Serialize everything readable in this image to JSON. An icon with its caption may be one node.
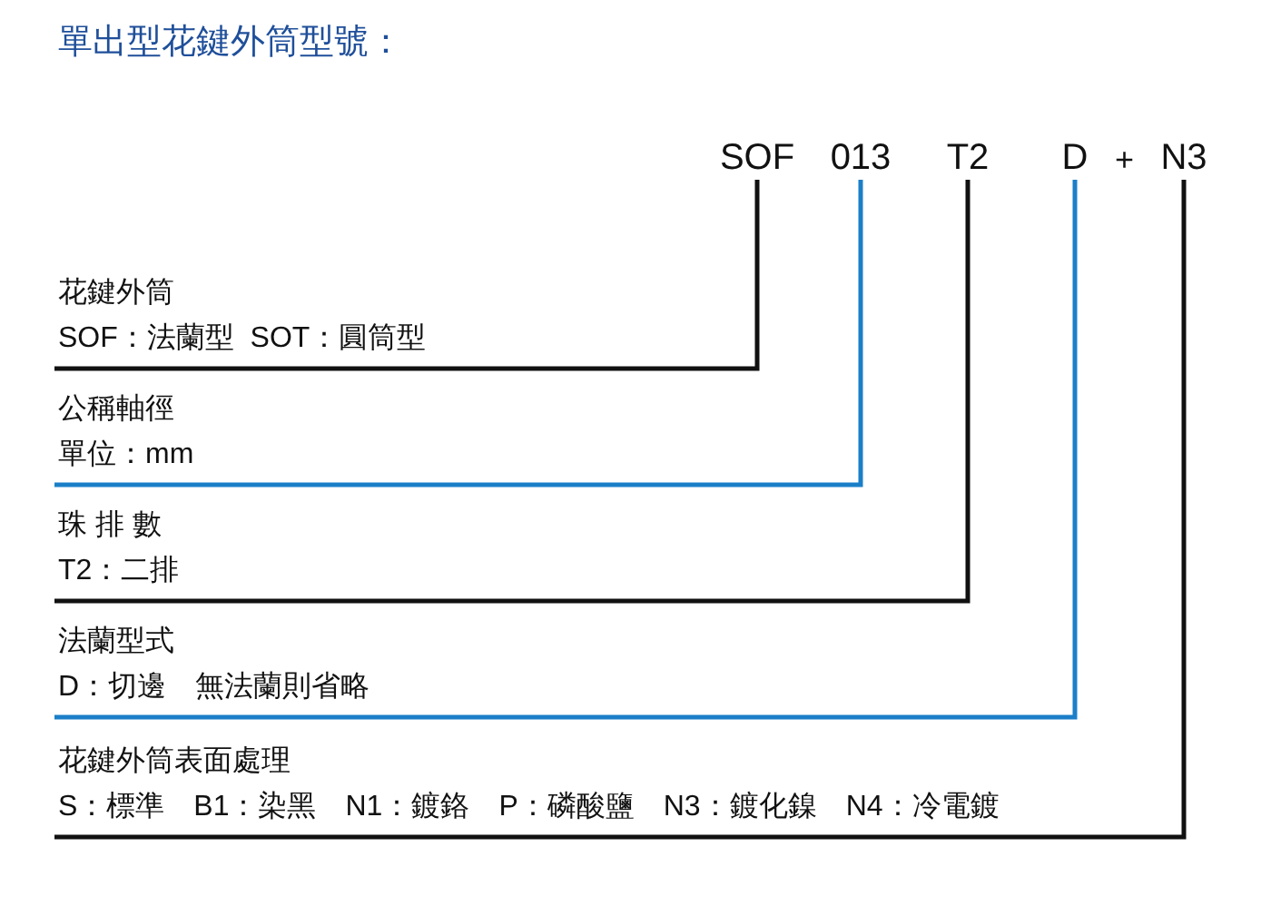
{
  "diagram": {
    "title": "單出型花鍵外筒型號：",
    "nodes": [
      {
        "text": [
          "SOF"
        ]
      },
      {
        "text": [
          "013"
        ]
      },
      {
        "text": [
          "T2"
        ]
      },
      {
        "text": [
          "D"
        ]
      },
      {
        "text": [
          "N3"
        ]
      },
      {
        "text": [
          "花鍵外筒",
          "SOF：法蘭型  SOT：圓筒型"
        ]
      },
      {
        "text": [
          "公稱軸徑",
          "單位：mm"
        ]
      },
      {
        "text": [
          "珠 排 數",
          "T2：二排"
        ]
      },
      {
        "text": [
          "法蘭型式",
          "D：切邊　無法蘭則省略"
        ]
      },
      {
        "text": [
          "花鍵外筒表面處理",
          "S：標準　B1：染黑　N1：鍍鉻　P：磷酸鹽　N3：鍍化鎳　N4：冷電鍍"
        ]
      }
    ],
    "edges": [
      {
        "from": 0,
        "to": 5,
        "arrow": "none"
      },
      {
        "from": 1,
        "to": 6,
        "arrow": "none",
        "color": "#1b7fc8"
      },
      {
        "from": 2,
        "to": 7,
        "arrow": "none"
      },
      {
        "from": 3,
        "to": 8,
        "arrow": "none",
        "color": "#1b7fc8"
      },
      {
        "from": 4,
        "to": 9,
        "arrow": "none"
      }
    ],
    "labels": [
      "+"
    ]
  }
}
